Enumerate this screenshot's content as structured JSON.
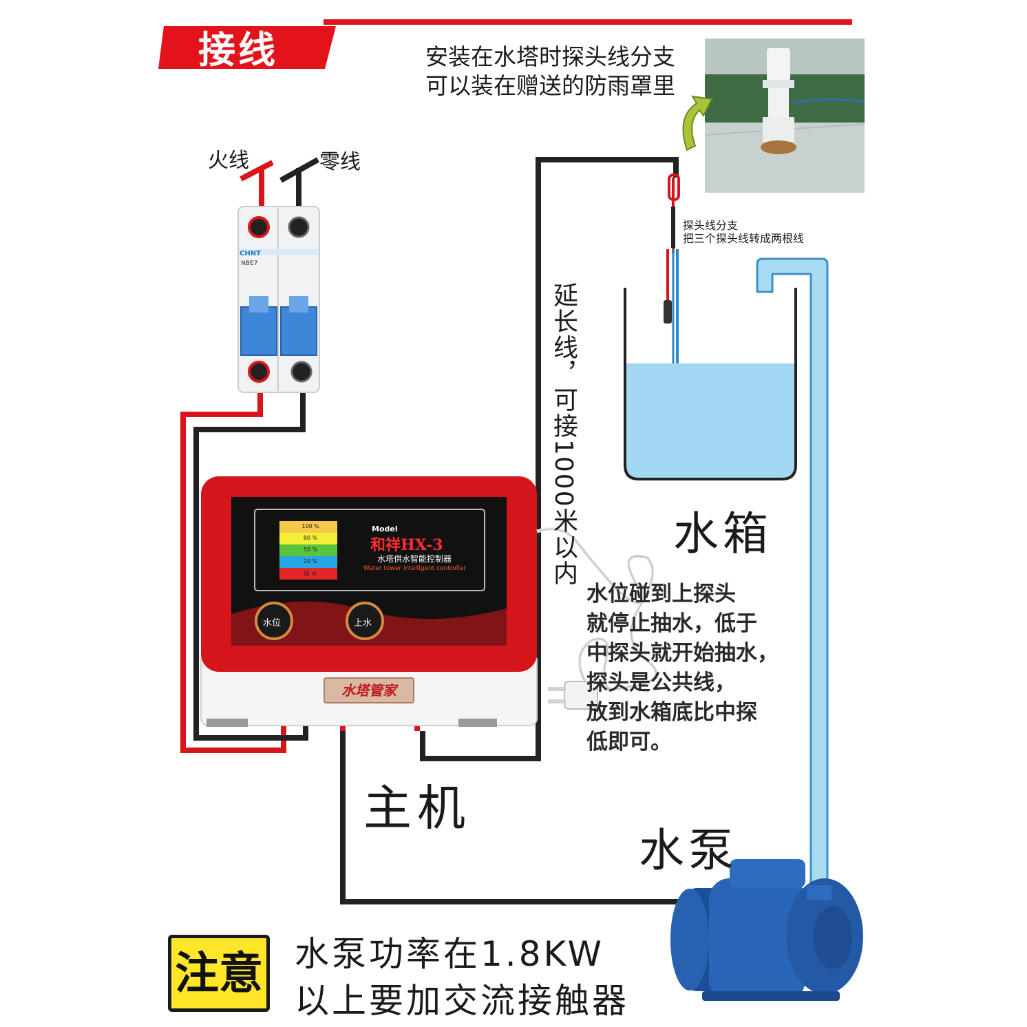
{
  "header": {
    "label": "接线",
    "accent": "#e2131b"
  },
  "top_note": {
    "lines": [
      "安装在水塔时探头线分支",
      "可以装在赠送的防雨罩里"
    ]
  },
  "wires": {
    "live": "火线",
    "neutral": "零线",
    "live_color": "#d9151b",
    "neutral_color": "#222222"
  },
  "breaker": {
    "brand": "CHNT",
    "model": "NBE7"
  },
  "probe_note": {
    "lines": [
      "探头线分支",
      "把三个探头线转成两根线"
    ]
  },
  "extension_note": "延长线，可接1000米以内",
  "tank": {
    "label": "水箱",
    "water_color": "#a3d8f2"
  },
  "explanation": {
    "lines": [
      "水位碰到上探头",
      "就停止抽水，低于",
      "中探头就开始抽水，",
      "探头是公共线，",
      "放到水箱底比中探",
      "低即可。"
    ]
  },
  "controller": {
    "model_tag": "Model",
    "brand": "和祥HX-3",
    "name_cn": "水塔供水智能控制器",
    "name_en": "Water tower intelligent controller",
    "levels": [
      "100 %",
      "80 %",
      "50 %",
      "20 %",
      "缺 水"
    ],
    "buttons": [
      "水位",
      "上水"
    ],
    "logo": "水塔管家"
  },
  "host_label": "主机",
  "pump_label": "水泵",
  "warning": {
    "badge": "注意",
    "lines": [
      "水泵功率在1.8KW",
      "以上要加交流接触器"
    ]
  }
}
